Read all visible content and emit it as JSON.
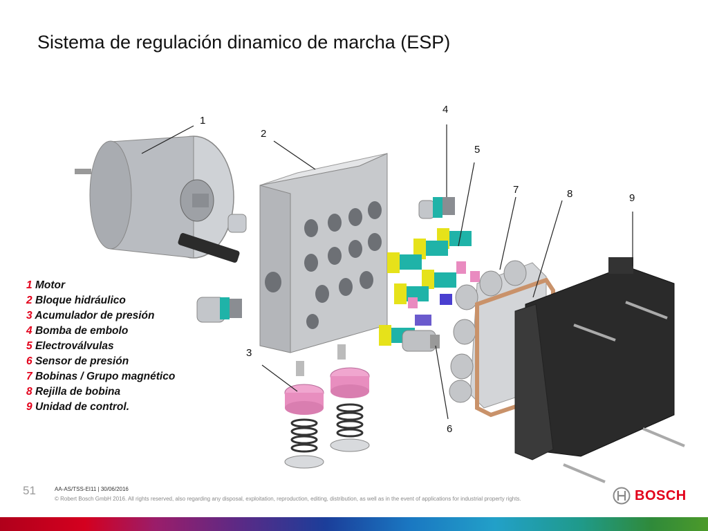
{
  "slide": {
    "title": "Sistema de regulación dinamico de marcha (ESP)",
    "page_number": "51",
    "meta": "AA-AS/TSS-EI11 | 30/06/2016",
    "copyright": "© Robert Bosch GmbH 2016. All rights reserved, also regarding any disposal, exploitation, reproduction, editing, distribution, as well as in the event of applications for industrial property rights."
  },
  "callouts": [
    "1",
    "2",
    "3",
    "4",
    "5",
    "6",
    "7",
    "8",
    "9"
  ],
  "legend": [
    {
      "num": "1",
      "text": "Motor"
    },
    {
      "num": "2",
      "text": "Bloque hidráulico"
    },
    {
      "num": "3",
      "text": "Acumulador de presión"
    },
    {
      "num": "4",
      "text": "Bomba de embolo"
    },
    {
      "num": "5",
      "text": "Electroválvulas"
    },
    {
      "num": "6",
      "text": "Sensor de presión"
    },
    {
      "num": "7",
      "text": "Bobinas / Grupo magnético"
    },
    {
      "num": "8",
      "text": "Rejilla de bobina"
    },
    {
      "num": "9",
      "text": "Unidad de control."
    }
  ],
  "logo": {
    "text": "BOSCH",
    "icon": "bosch-armature-icon"
  },
  "colors": {
    "accent": "#e2001a",
    "valve_yellow": "#e6e21a",
    "valve_teal": "#1fb3a8",
    "grid_copper": "#c9926a",
    "ecu_black": "#2a2a2a"
  }
}
